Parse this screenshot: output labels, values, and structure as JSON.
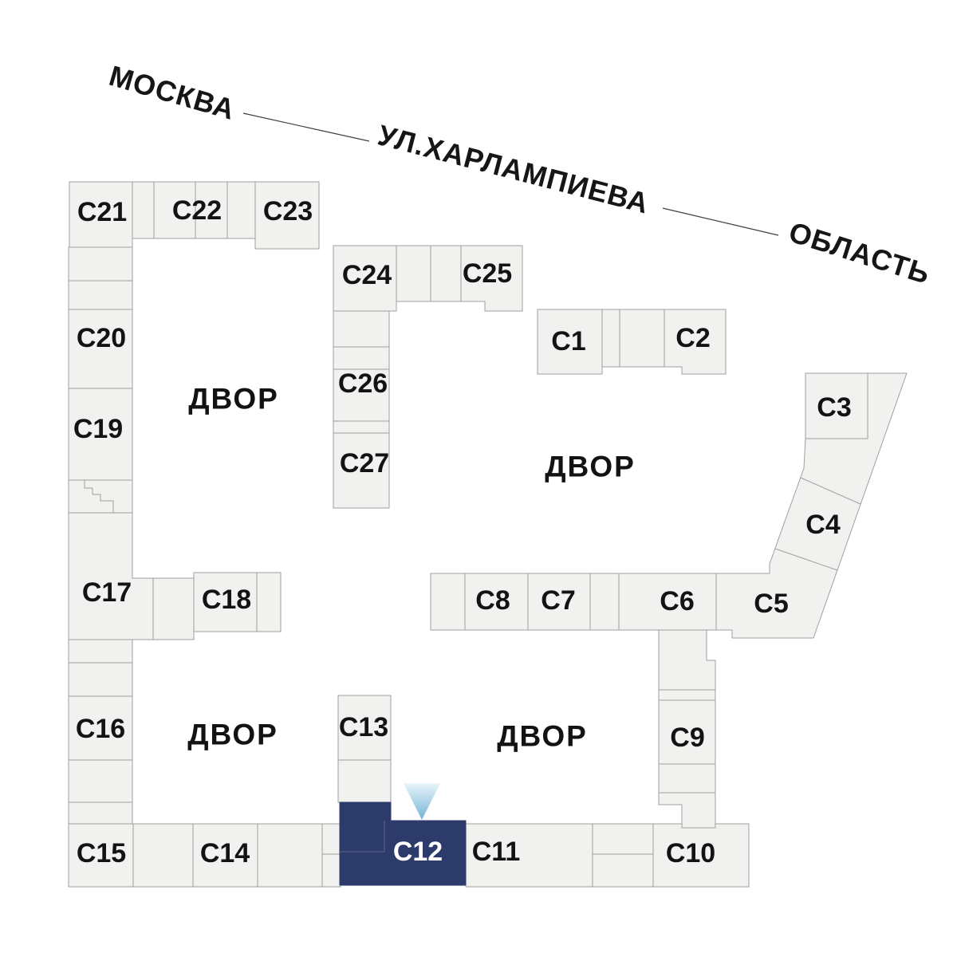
{
  "map": {
    "streets": [
      {
        "id": "moskva",
        "label": "МОСКВА"
      },
      {
        "id": "kharlampieva",
        "label": "УЛ.ХАРЛАМПИЕВА"
      },
      {
        "id": "oblast",
        "label": "ОБЛАСТЬ"
      }
    ],
    "courtyard_label": "ДВОР",
    "selected_building": "С12",
    "buildings": [
      {
        "id": "c1",
        "label": "С1",
        "selected": false
      },
      {
        "id": "c2",
        "label": "С2",
        "selected": false
      },
      {
        "id": "c3",
        "label": "С3",
        "selected": false
      },
      {
        "id": "c4",
        "label": "С4",
        "selected": false
      },
      {
        "id": "c5",
        "label": "С5",
        "selected": false
      },
      {
        "id": "c6",
        "label": "С6",
        "selected": false
      },
      {
        "id": "c7",
        "label": "С7",
        "selected": false
      },
      {
        "id": "c8",
        "label": "С8",
        "selected": false
      },
      {
        "id": "c9",
        "label": "С9",
        "selected": false
      },
      {
        "id": "c10",
        "label": "С10",
        "selected": false
      },
      {
        "id": "c11",
        "label": "С11",
        "selected": false
      },
      {
        "id": "c12",
        "label": "С12",
        "selected": true
      },
      {
        "id": "c13",
        "label": "С13",
        "selected": false
      },
      {
        "id": "c14",
        "label": "С14",
        "selected": false
      },
      {
        "id": "c15",
        "label": "С15",
        "selected": false
      },
      {
        "id": "c16",
        "label": "С16",
        "selected": false
      },
      {
        "id": "c17",
        "label": "С17",
        "selected": false
      },
      {
        "id": "c18",
        "label": "С18",
        "selected": false
      },
      {
        "id": "c19",
        "label": "С19",
        "selected": false
      },
      {
        "id": "c20",
        "label": "С20",
        "selected": false
      },
      {
        "id": "c21",
        "label": "С21",
        "selected": false
      },
      {
        "id": "c22",
        "label": "С22",
        "selected": false
      },
      {
        "id": "c23",
        "label": "С23",
        "selected": false
      },
      {
        "id": "c24",
        "label": "С24",
        "selected": false
      },
      {
        "id": "c25",
        "label": "С25",
        "selected": false
      },
      {
        "id": "c26",
        "label": "С26",
        "selected": false
      },
      {
        "id": "c27",
        "label": "С27",
        "selected": false
      }
    ],
    "colors": {
      "building_fill": "#f1f1f0",
      "building_stroke": "#a0a09e",
      "selected_fill": "#2c3b6a",
      "selected_label": "#ffffff",
      "label_color": "#131313",
      "street_color": "#161616",
      "street_line": "#3f3f3f",
      "marker_gradient_start": "#eaf5fa",
      "marker_gradient_end": "#72b4d6"
    }
  }
}
